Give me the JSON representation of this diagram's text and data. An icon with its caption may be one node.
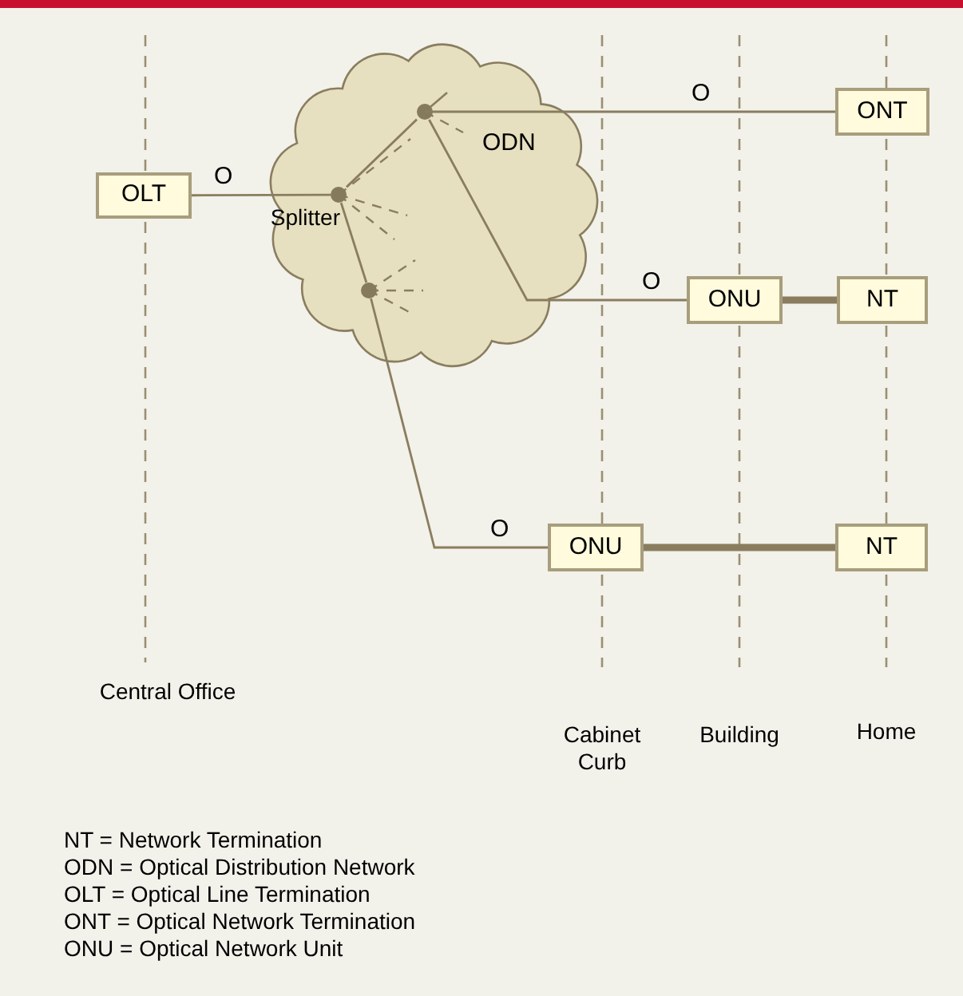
{
  "diagram": {
    "nodes": [
      {
        "text": [
          "OLT"
        ]
      },
      {
        "text": [
          "ODN"
        ]
      },
      {
        "text": [],
        "shape": "circle",
        "in": 1,
        "beside": [
          "Splitter"
        ]
      },
      {
        "text": [],
        "shape": "circle",
        "in": 1
      },
      {
        "text": [],
        "shape": "circle",
        "in": 1
      },
      {
        "text": [
          "ONT"
        ]
      },
      {
        "text": [
          "ONU"
        ]
      },
      {
        "text": [
          "NT"
        ]
      },
      {
        "text": [
          "ONU"
        ]
      },
      {
        "text": [
          "NT"
        ]
      }
    ],
    "edges": [
      {
        "from": 0,
        "to": 2,
        "arrow": "none",
        "label": "O"
      },
      {
        "from": 2,
        "to": 3,
        "arrow": "none"
      },
      {
        "from": 3,
        "to": 5,
        "arrow": "none",
        "label": "O"
      },
      {
        "from": 3,
        "to": 6,
        "arrow": "none",
        "label": "O"
      },
      {
        "from": 2,
        "to": 4,
        "arrow": "none"
      },
      {
        "from": 4,
        "to": 8,
        "arrow": "none",
        "label": "O"
      },
      {
        "from": 6,
        "to": 7,
        "arrow": "none",
        "style": "thick"
      },
      {
        "from": 8,
        "to": 9,
        "arrow": "none",
        "style": "thick"
      }
    ],
    "labels": [
      "Central Office",
      "Cabinet Curb",
      "Building",
      "Home",
      "NT = Network Termination",
      "ODN = Optical Distribution Network",
      "OLT = Optical Line Termination",
      "ONT = Optical Network Termination",
      "ONU = Optical Network Unit"
    ]
  }
}
